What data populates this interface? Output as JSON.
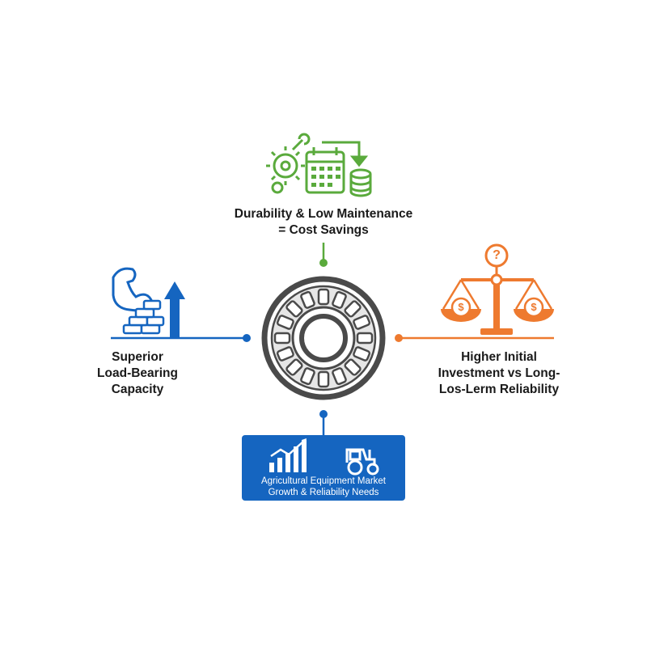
{
  "top": {
    "label_line1": "Durability & Low Maintenance",
    "label_line2": "= Cost Savings",
    "icon": "gears-calendar-coins-icon",
    "color": "#5aaa3c"
  },
  "left": {
    "label_line1": "Superior",
    "label_line2": "Load-Bearing",
    "label_line3": "Capacity",
    "icon": "strength-stacked-bars-icon",
    "color": "#1565c0"
  },
  "right": {
    "label_line1": "Higher Initial",
    "label_line2": "Investment vs Long-",
    "label_line3": "Los-Lerm Reliability",
    "icon": "balance-scale-question-icon",
    "color": "#ee7a2f"
  },
  "bottom": {
    "label_line1": "Agricultural Equipment Market",
    "label_line2": "Growth & Reliability Needs",
    "icon": "growth-chart-tractor-icon",
    "color": "#1565c0"
  },
  "center": {
    "icon": "roller-bearing-icon",
    "color": "#4a4a4a"
  }
}
